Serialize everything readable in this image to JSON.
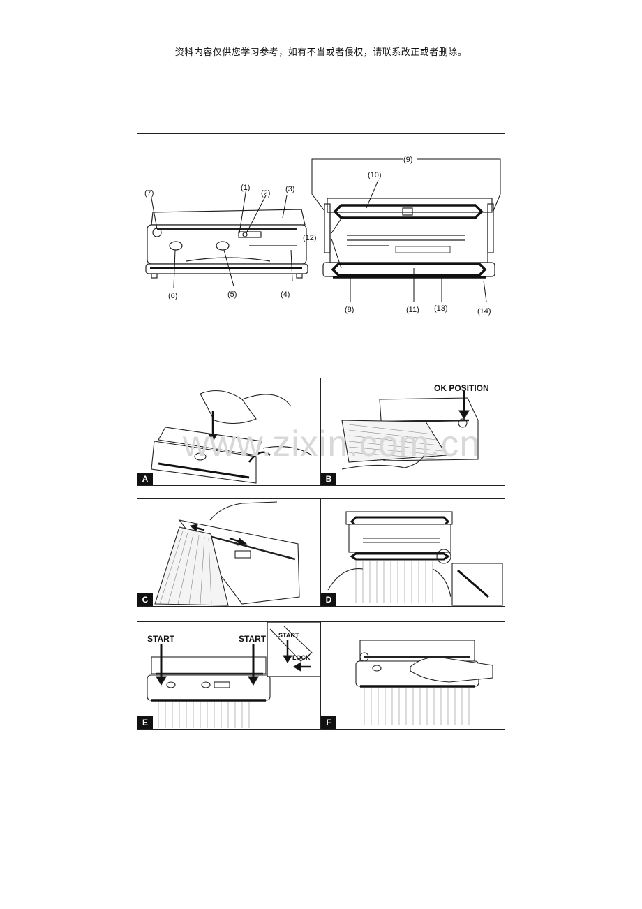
{
  "header": {
    "disclaimer": "资料内容仅供您学习参考，如有不当或者侵权，请联系改正或者删除。"
  },
  "overview": {
    "labels": {
      "l1": "(1)",
      "l2": "(2)",
      "l3": "(3)",
      "l4": "(4)",
      "l5": "(5)",
      "l6": "(6)",
      "l7": "(7)",
      "l8": "(8)",
      "l9": "(9)",
      "l10": "(10)",
      "l11": "(11)",
      "l12": "(12)",
      "l13": "(13)",
      "l14": "(14)"
    }
  },
  "panels": {
    "a": {
      "tag": "A"
    },
    "b": {
      "tag": "B",
      "callout": "OK POSITION"
    },
    "c": {
      "tag": "C"
    },
    "d": {
      "tag": "D"
    },
    "e": {
      "tag": "E",
      "start_left": "START",
      "start_right": "START",
      "inset_start": "START",
      "inset_lock": "LOCK"
    },
    "f": {
      "tag": "F"
    }
  },
  "watermark": "www.zixin.com.cn"
}
